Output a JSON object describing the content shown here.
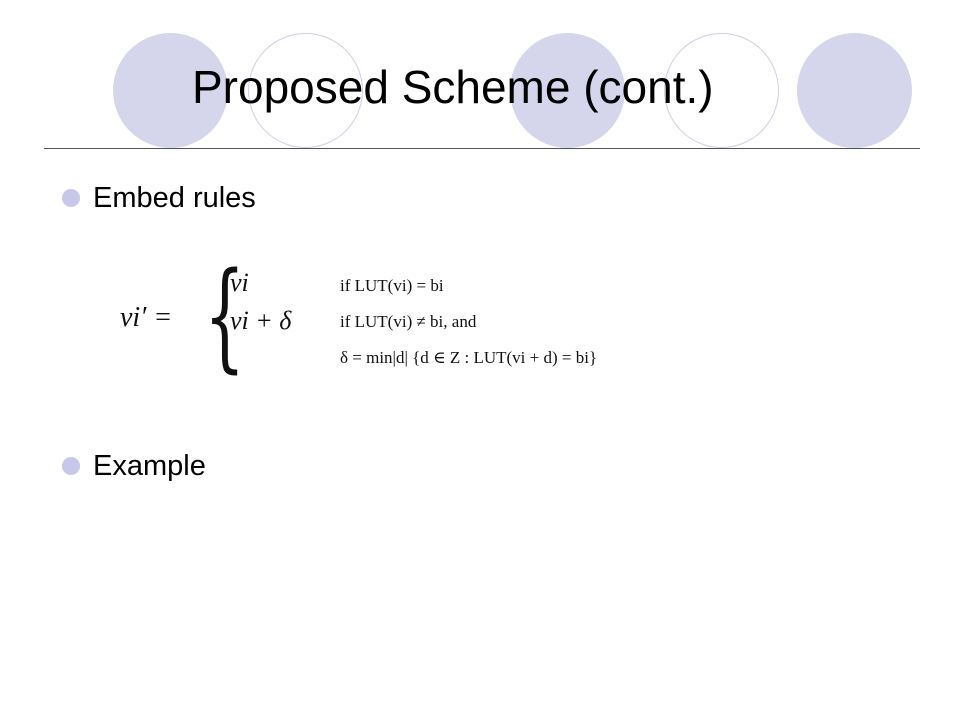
{
  "slide": {
    "title": "Proposed Scheme (cont.)",
    "bullets": [
      "Embed rules",
      "Example"
    ],
    "formula": {
      "lhs": "vi′ =",
      "cases": [
        {
          "value": "vi",
          "condition": "if LUT(vi) = bi"
        },
        {
          "value": "vi + δ",
          "condition": "if LUT(vi) ≠ bi, and"
        },
        {
          "value": "",
          "condition": "δ = min|d| {d ∈ Z : LUT(vi + d) = bi}"
        }
      ]
    },
    "colors": {
      "circle_fill": "#d5d5ec",
      "circle_outline": "#cfcfe6",
      "bullet": "#c7c7ea",
      "rule": "#555555"
    }
  }
}
